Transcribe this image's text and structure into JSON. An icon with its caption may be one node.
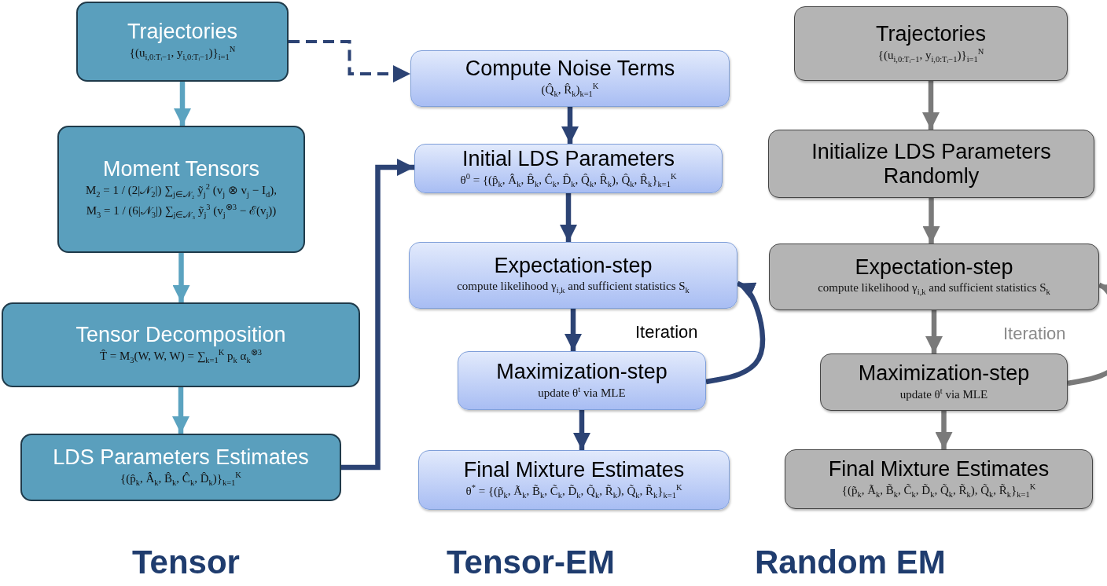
{
  "diagram": {
    "nodes": [
      {
        "text": [
          "Trajectories",
          "{(u$_{i,0:Tᵢ−1}$, y$_{i,0:Tᵢ−1}$)}$_{i=1}$$^{N}$"
        ]
      },
      {
        "text": [
          "Moment Tensors",
          "M$_{2}$ = 1 / (2|𝒩$_{2}$|) ∑$_{j∈𝒩₂}$ ỹ$_{j}$$^{2}$ (v$_{j}$ ⊗ v$_{j}$ − I$_{d}$),",
          "M$_{3}$ = 1 / (6|𝒩$_{3}$|) ∑$_{j∈𝒩₃}$ ỹ$_{j}$$^{3}$ (v$_{j}$$^{⊗3}$ − ℰ(v$_{j}$))"
        ]
      },
      {
        "text": [
          "Tensor Decomposition",
          "T̂ = M$_{3}$(W, W, W) = ∑$_{k=1}$$^{K}$ p$_{k}$ α$_{k}$$^{⊗3}$"
        ]
      },
      {
        "text": [
          "LDS Parameters Estimates",
          "{(p̂$_{k}$, Â$_{k}$, B̂$_{k}$, Ĉ$_{k}$, D̂$_{k}$)}$_{k=1}$$^{K}$"
        ]
      },
      {
        "text": [
          "Compute Noise Terms",
          "(Q̂$_{k}$, R̂$_{k}$)$_{k=1}$$^{K}$"
        ]
      },
      {
        "text": [
          "Initial LDS Parameters",
          "θ$^{0}$ = {(p̂$_{k}$, Â$_{k}$, B̂$_{k}$, Ĉ$_{k}$, D̂$_{k}$, Q̂$_{k}$, R̂$_{k}$), Q̂$_{k}$, R̂$_{k}$}$_{k=1}$$^{K}$"
        ]
      },
      {
        "text": [
          "Expectation-step",
          "compute likelihood γ$_{i,k}$ and sufficient statistics S$_{k}$"
        ]
      },
      {
        "text": [
          "Maximization-step",
          "update θ$^{t}$ via MLE"
        ]
      },
      {
        "text": [
          "Final Mixture Estimates",
          "θ$^{*}$ = {(p̃$_{k}$, Ã$_{k}$, B̃$_{k}$, C̃$_{k}$, D̃$_{k}$, Q̃$_{k}$, R̃$_{k}$), Q̃$_{k}$, R̃$_{k}$}$_{k=1}$$^{K}$"
        ]
      },
      {
        "text": [
          "Trajectories",
          "{(u$_{i,0:Tᵢ−1}$, y$_{i,0:Tᵢ−1}$)}$_{i=1}$$^{N}$"
        ]
      },
      {
        "text": [
          "Initialize LDS Parameters Randomly"
        ]
      },
      {
        "text": [
          "Expectation-step",
          "compute likelihood γ$_{i,k}$ and sufficient statistics S$_{k}$"
        ]
      },
      {
        "text": [
          "Maximization-step",
          "update θ$^{t}$ via MLE"
        ]
      },
      {
        "text": [
          "Final Mixture Estimates",
          "{(p̃$_{k}$, Ã$_{k}$, B̃$_{k}$, C̃$_{k}$, D̃$_{k}$, Q̃$_{k}$, R̃$_{k}$), Q̃$_{k}$, R̃$_{k}$}$_{k=1}$$^{K}$"
        ]
      }
    ],
    "edges": [
      {
        "from": 0,
        "to": 1,
        "arrow": "to",
        "color": "#5ba3c0"
      },
      {
        "from": 1,
        "to": 2,
        "arrow": "to",
        "color": "#5ba3c0"
      },
      {
        "from": 2,
        "to": 3,
        "arrow": "to",
        "color": "#5ba3c0"
      },
      {
        "from": 0,
        "to": 4,
        "arrow": "to",
        "style": "dashed"
      },
      {
        "from": 3,
        "to": 5,
        "arrow": "to"
      },
      {
        "from": 4,
        "to": 5,
        "arrow": "to"
      },
      {
        "from": 5,
        "to": 6,
        "arrow": "to"
      },
      {
        "from": 6,
        "to": 7,
        "arrow": "to"
      },
      {
        "from": 7,
        "to": 6,
        "arrow": "to",
        "label": "Iteration"
      },
      {
        "from": 7,
        "to": 8,
        "arrow": "to"
      },
      {
        "from": 9,
        "to": 10,
        "arrow": "to",
        "color": "#7a7a7a"
      },
      {
        "from": 10,
        "to": 11,
        "arrow": "to",
        "color": "#7a7a7a"
      },
      {
        "from": 11,
        "to": 12,
        "arrow": "to",
        "color": "#7a7a7a"
      },
      {
        "from": 12,
        "to": 11,
        "arrow": "to",
        "color": "#7a7a7a",
        "label": "Iteration"
      },
      {
        "from": 12,
        "to": 13,
        "arrow": "to",
        "color": "#7a7a7a"
      }
    ],
    "labels": [
      "Tensor",
      "Tensor-EM",
      "Random EM"
    ]
  }
}
